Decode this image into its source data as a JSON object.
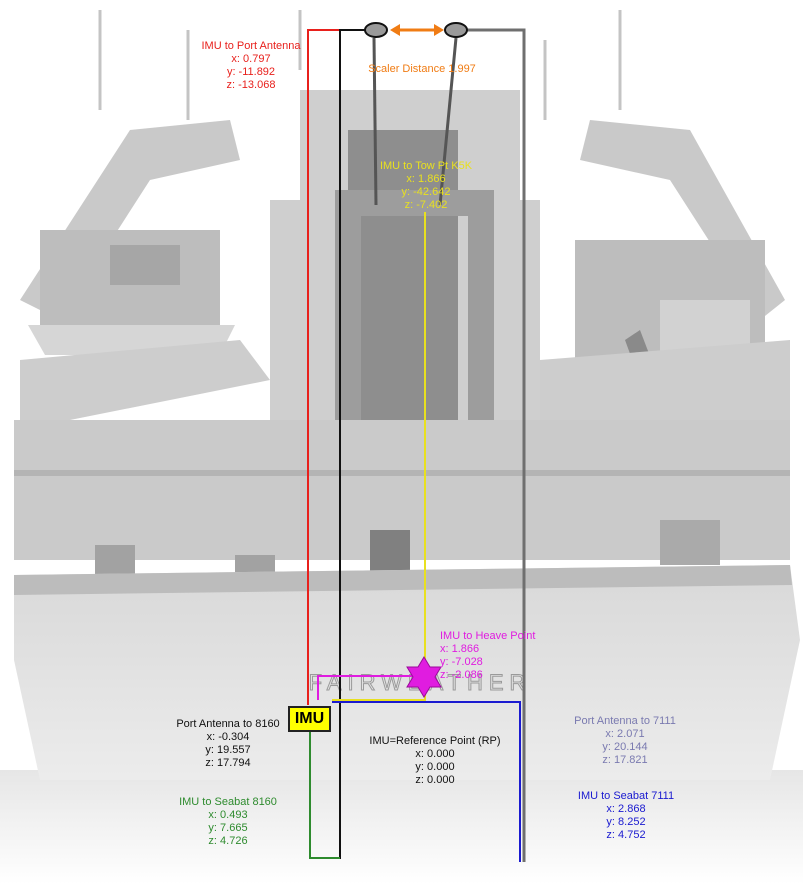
{
  "colors": {
    "red": "#e8201c",
    "black": "#111111",
    "gray": "#6f6f6f",
    "orange": "#f07c14",
    "yellow": "#e8e020",
    "magenta": "#e01ce0",
    "green": "#2e8b2e",
    "blue": "#1a1ad0",
    "slate": "#7a7ab0",
    "imu_fill": "#ffff00"
  },
  "icons": {
    "antenna": "ellipse-antenna-icon",
    "heave": "six-point-star-icon"
  },
  "ship_name": "FAIRWEATHER",
  "imu_box": {
    "text": "IMU"
  },
  "port_antenna": {
    "title": "IMU to Port Antenna",
    "x": "x: 0.797",
    "y": "y: -11.892",
    "z": "z: -13.068"
  },
  "scaler": {
    "text": "Scaler Distance 1.997"
  },
  "tow_point": {
    "title": "IMU to Tow Pt K5K",
    "x": "x: 1.866",
    "y": "y: -42.642",
    "z": "z: -7.402"
  },
  "heave_point": {
    "title": "IMU to Heave Point",
    "x": "x: 1.866",
    "y": "y: -7.028",
    "z": "z: -2.086"
  },
  "port_to_8160": {
    "title": "Port Antenna to 8160",
    "x": "x: -0.304",
    "y": "y: 19.557",
    "z": "z: 17.794"
  },
  "reference_point": {
    "title": "IMU=Reference Point (RP)",
    "x": "x: 0.000",
    "y": "y: 0.000",
    "z": "z: 0.000"
  },
  "port_to_7111": {
    "title": "Port Antenna to 7111",
    "x": "x: 2.071",
    "y": "y: 20.144",
    "z": "z: 17.821"
  },
  "seabat_8160": {
    "title": "IMU to Seabat 8160",
    "x": "x: 0.493",
    "y": "y: 7.665",
    "z": "z: 4.726"
  },
  "seabat_7111": {
    "title": "IMU to Seabat 7111",
    "x": "x: 2.868",
    "y": "y: 8.252",
    "z": "z: 4.752"
  }
}
